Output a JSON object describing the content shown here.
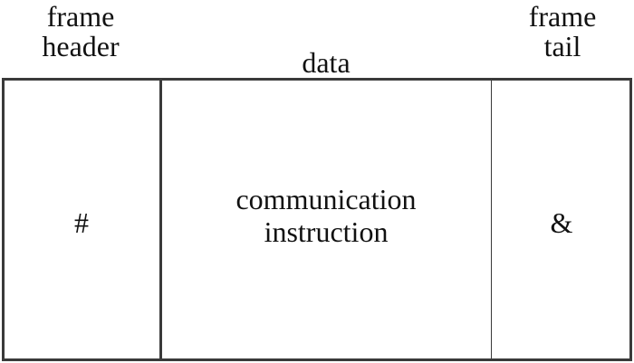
{
  "columns": {
    "header": {
      "top_line1": "frame",
      "top_line2": "header",
      "content": "#"
    },
    "data": {
      "top": "data",
      "content_line1": "communication",
      "content_line2": "instruction"
    },
    "tail": {
      "top_line1": "frame",
      "top_line2": "tail",
      "content": "&"
    }
  },
  "colors": {
    "border": "#3a3a3a",
    "text": "#111111",
    "background": "#ffffff"
  }
}
